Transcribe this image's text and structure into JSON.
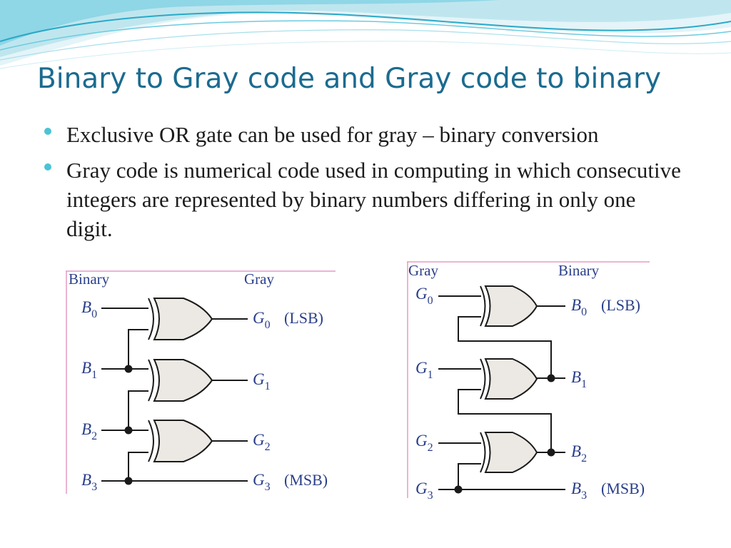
{
  "slide": {
    "title": "Binary to Gray code and Gray code to binary",
    "bullets": [
      "Exclusive OR gate can be used for gray – binary conversion",
      "Gray code is numerical code used in computing in which consecutive integers are represented by binary numbers differing in only one digit."
    ]
  },
  "binary_to_gray": {
    "header_left": "Binary",
    "header_right": "Gray",
    "inputs": [
      {
        "letter": "B",
        "sub": "0"
      },
      {
        "letter": "B",
        "sub": "1"
      },
      {
        "letter": "B",
        "sub": "2"
      },
      {
        "letter": "B",
        "sub": "3"
      }
    ],
    "outputs": [
      {
        "letter": "G",
        "sub": "0",
        "note": "(LSB)"
      },
      {
        "letter": "G",
        "sub": "1",
        "note": ""
      },
      {
        "letter": "G",
        "sub": "2",
        "note": ""
      },
      {
        "letter": "G",
        "sub": "3",
        "note": "(MSB)"
      }
    ]
  },
  "gray_to_binary": {
    "header_left": "Gray",
    "header_right": "Binary",
    "inputs": [
      {
        "letter": "G",
        "sub": "0"
      },
      {
        "letter": "G",
        "sub": "1"
      },
      {
        "letter": "G",
        "sub": "2"
      },
      {
        "letter": "G",
        "sub": "3"
      }
    ],
    "outputs": [
      {
        "letter": "B",
        "sub": "0",
        "note": "(LSB)"
      },
      {
        "letter": "B",
        "sub": "1",
        "note": ""
      },
      {
        "letter": "B",
        "sub": "2",
        "note": ""
      },
      {
        "letter": "B",
        "sub": "3",
        "note": "(MSB)"
      }
    ]
  },
  "colors": {
    "title": "#1b6b8f",
    "bullet_dot": "#4cc3d6",
    "label_text": "#2a3f8a",
    "gate_fill": "#ece9e4",
    "border_pink": "#e59bc3",
    "wave_light": "#bfe6ee",
    "wave_mid": "#6ccbe0",
    "wave_dark": "#2aa9c7"
  },
  "icons": [
    "xor-gate-symbol",
    "junction-dot"
  ]
}
